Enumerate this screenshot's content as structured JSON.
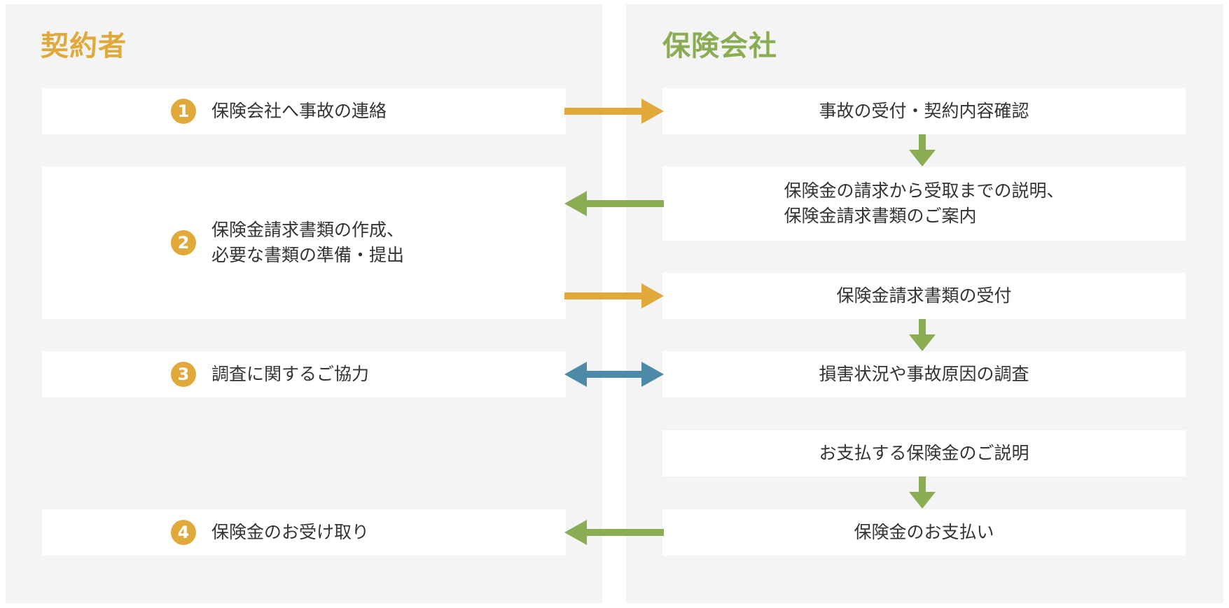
{
  "left_panel": {
    "title": "契約者",
    "steps": [
      {
        "number": "1",
        "text": "保険会社へ事故の連絡"
      },
      {
        "number": "2",
        "text": "保険金請求書類の作成、\n必要な書類の準備・提出"
      },
      {
        "number": "3",
        "text": "調査に関するご協力"
      },
      {
        "number": "4",
        "text": "保険金のお受け取り"
      }
    ]
  },
  "right_panel": {
    "title": "保険会社",
    "boxes": [
      "事故の受付・契約内容確認",
      "保険金の請求から受取までの説明、\n保険金請求書類のご案内",
      "保険金請求書類の受付",
      "損害状況や事故原因の調査",
      "お支払する保険金のご説明",
      "保険金のお支払い"
    ]
  },
  "colors": {
    "left_accent": "#e0a93a",
    "right_accent": "#8aac52",
    "bidirectional_arrow": "#4d8aa8",
    "panel_background": "#f4f4f4",
    "box_background": "#ffffff",
    "text": "#333333"
  }
}
